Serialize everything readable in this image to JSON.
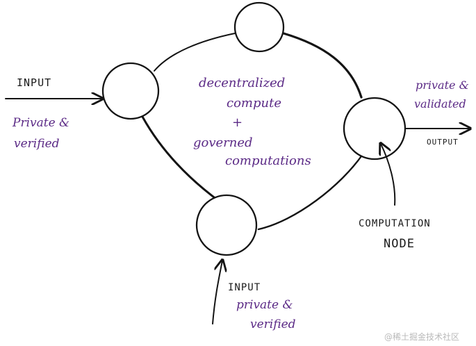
{
  "diagram": {
    "nodes": [
      {
        "id": "node-top"
      },
      {
        "id": "node-left"
      },
      {
        "id": "node-right"
      },
      {
        "id": "node-bottom"
      }
    ],
    "center_label": {
      "line1": "decentralized",
      "line2": "compute",
      "line3": "+",
      "line4": "governed",
      "line5": "computations"
    },
    "left_input": {
      "title": "INPUT",
      "note_line1": "Private &",
      "note_line2": "verified"
    },
    "right_output": {
      "title": "OUTPUT",
      "note_line1": "private &",
      "note_line2": "validated"
    },
    "bottom_input": {
      "title": "INPUT",
      "note_line1": "private &",
      "note_line2": "verified"
    },
    "computation_node_label": {
      "line1": "COMPUTATION",
      "line2": "NODE"
    },
    "colors": {
      "ink": "#141414",
      "annotation_purple": "#5b2a86",
      "background": "#ffffff"
    }
  },
  "watermark": "@稀土掘金技术社区"
}
